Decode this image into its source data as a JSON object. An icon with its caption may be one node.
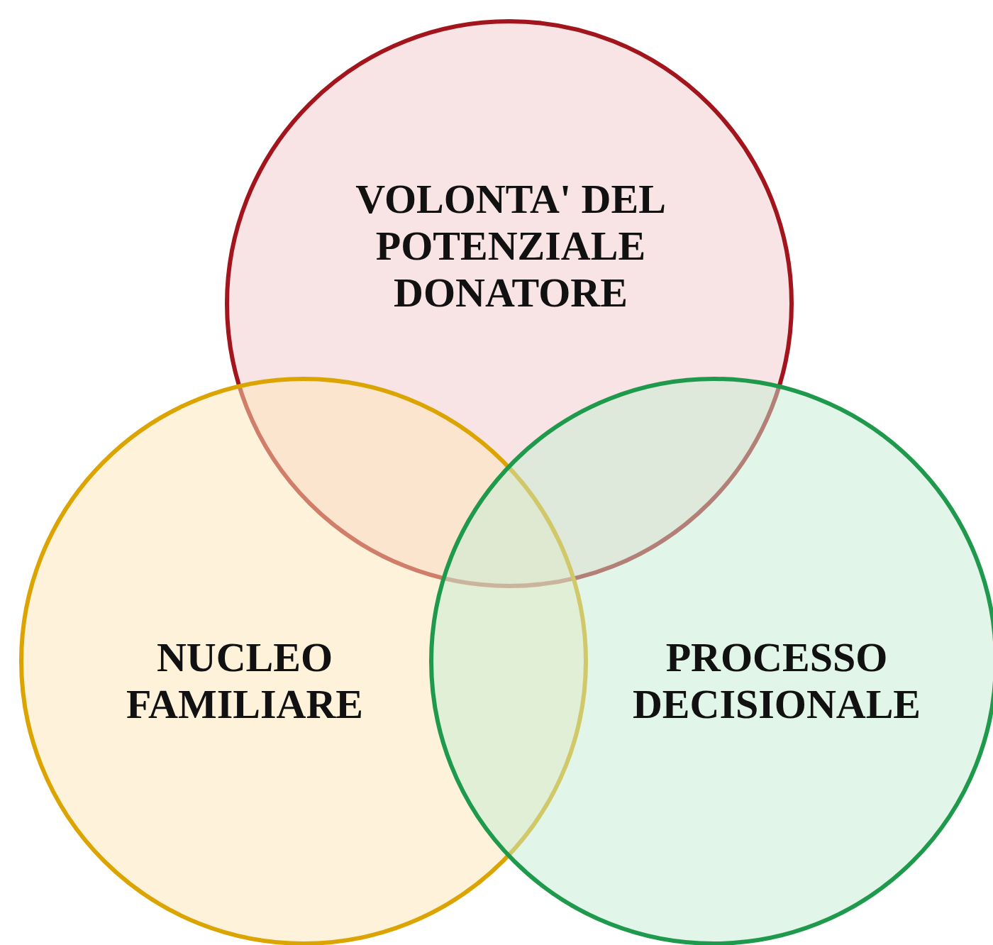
{
  "diagram": {
    "nodes": [
      {
        "text": [
          "VOLONTA' DEL POTENZIALE DONATORE"
        ]
      },
      {
        "text": [
          "NUCLEO FAMILIARE"
        ]
      },
      {
        "text": [
          "PROCESSO DECISIONALE"
        ]
      }
    ]
  }
}
